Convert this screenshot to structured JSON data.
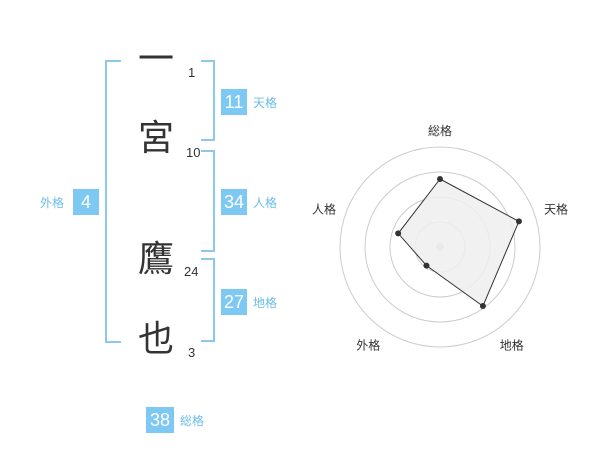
{
  "name_chars": [
    {
      "char": "一",
      "strokes": "1"
    },
    {
      "char": "宮",
      "strokes": "10"
    },
    {
      "char": "鷹",
      "strokes": "24"
    },
    {
      "char": "也",
      "strokes": "3"
    }
  ],
  "fortune": {
    "ten": {
      "value": "11",
      "label": "天格"
    },
    "jin": {
      "value": "34",
      "label": "人格"
    },
    "chi": {
      "value": "27",
      "label": "地格"
    },
    "gai": {
      "value": "4",
      "label": "外格"
    },
    "sou": {
      "value": "38",
      "label": "総格"
    }
  },
  "radar": {
    "axes": [
      "総格",
      "天格",
      "地格",
      "外格",
      "人格"
    ],
    "values": [
      0.68,
      0.83,
      0.73,
      0.23,
      0.44
    ],
    "colors": {
      "fill": "#efefef",
      "line": "#333333",
      "ring": "#cccccc",
      "dot": "#333333"
    }
  },
  "colors": {
    "accent": "#7ec8f4",
    "bracket": "#8cc8ee"
  }
}
